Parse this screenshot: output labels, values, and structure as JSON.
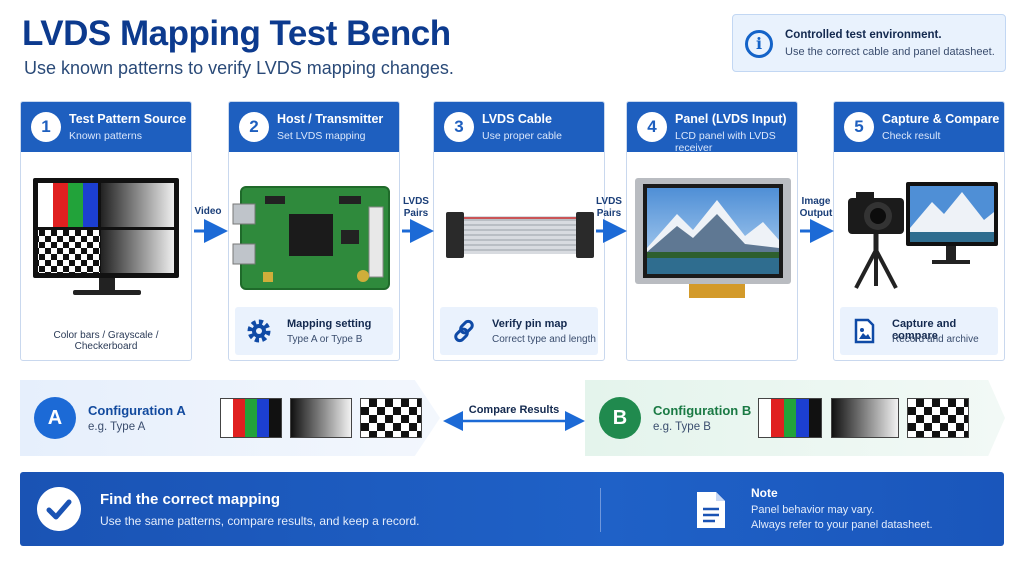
{
  "header": {
    "title": "LVDS Mapping Test Bench",
    "subtitle": "Use known patterns to verify LVDS mapping changes."
  },
  "top_note": {
    "icon": "info-icon",
    "line1": "Controlled test environment.",
    "line2": "Use the correct cable and panel datasheet."
  },
  "steps": [
    {
      "number": "1",
      "title": "Test Pattern Source",
      "subtitle": "Known patterns",
      "caption": "Color bars / Grayscale / Checkerboard"
    },
    {
      "number": "2",
      "title": "Host / Transmitter",
      "subtitle": "Set LVDS mapping",
      "box_icon": "gear-icon",
      "box_title": "Mapping setting",
      "box_text": "Type A or Type B"
    },
    {
      "number": "3",
      "title": "LVDS Cable",
      "subtitle": "Use proper cable",
      "box_icon": "link-icon",
      "box_title": "Verify pin map",
      "box_text": "Correct type and length"
    },
    {
      "number": "4",
      "title": "Panel (LVDS Input)",
      "subtitle": "LCD panel with LVDS receiver"
    },
    {
      "number": "5",
      "title": "Capture & Compare",
      "subtitle": "Check result",
      "box_icon": "image-file-icon",
      "box_title": "Capture and compare",
      "box_text": "Record and archive"
    }
  ],
  "flow_labels": {
    "f1": "Video",
    "f2a": "LVDS",
    "f2b": "Pairs",
    "f3a": "LVDS",
    "f3b": "Pairs",
    "f4a": "Image",
    "f4b": "Output"
  },
  "configs": {
    "a": {
      "letter": "A",
      "name": "Configuration A",
      "example": "e.g. Type A"
    },
    "b": {
      "letter": "B",
      "name": "Configuration B",
      "example": "e.g. Type B"
    },
    "compare_label": "Compare Results"
  },
  "banner": {
    "title": "Find the correct mapping",
    "text": "Use the same patterns, compare results, and keep a record.",
    "note_title": "Note",
    "note_line1": "Panel behavior may vary.",
    "note_line2": "Always refer to your panel datasheet."
  },
  "colors": {
    "primary": "#1e5fbf",
    "config_a": "#1c6ad6",
    "config_b": "#208a4e",
    "banner": "#1a53b4"
  }
}
